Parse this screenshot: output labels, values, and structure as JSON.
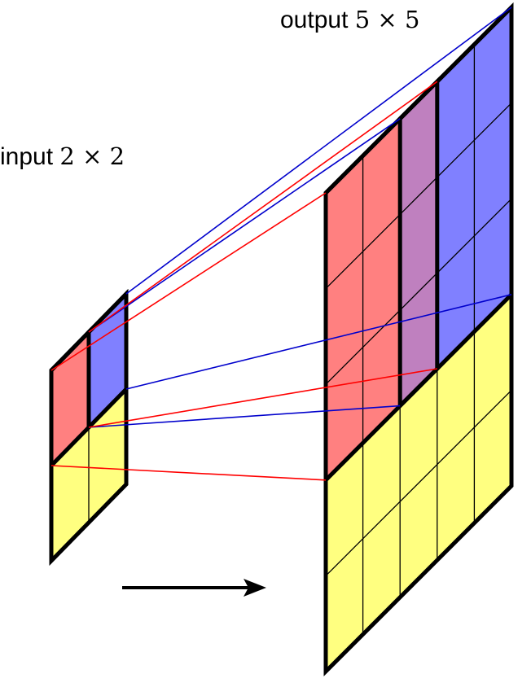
{
  "labels": {
    "output_word": "output",
    "output_size": "5 × 5",
    "input_word": "input",
    "input_size": "2 × 2"
  },
  "input_grid": {
    "rows": 2,
    "cols": 2
  },
  "output_grid": {
    "rows": 5,
    "cols": 5
  },
  "colors": {
    "cell_fill": "#ffff80",
    "red_fill": "#ff8080",
    "blue_fill": "#8080ff",
    "overlap_fill": "#bf80bf",
    "red_line": "#ff0000",
    "blue_line": "#0000cc",
    "stroke": "#000000"
  },
  "icons": [
    "arrow-right-icon"
  ]
}
